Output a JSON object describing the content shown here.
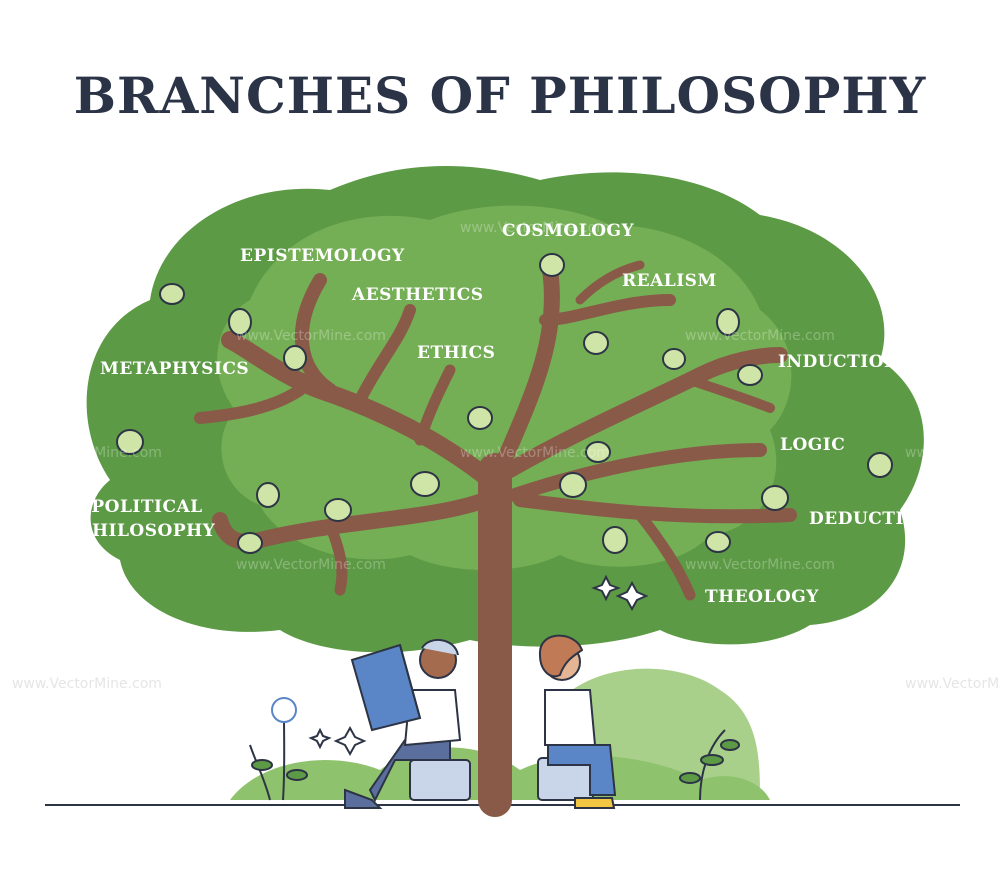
{
  "title": "BRANCHES OF PHILOSOPHY",
  "branches": {
    "epistemology": "EPISTEMOLOGY",
    "cosmology": "COSMOLOGY",
    "aesthetics": "AESTHETICS",
    "realism": "REALISM",
    "metaphysics": "METAPHYSICS",
    "ethics": "ETHICS",
    "induction": "INDUCTION",
    "logic": "LOGIC",
    "political_philosophy": "POLITICAL PHILOSOPHY",
    "deduction": "DEDUCTION",
    "theology": "THEOLOGY"
  },
  "watermark": "www.VectorMine.com",
  "colors": {
    "canopy_dark": "#5c9a45",
    "canopy_light": "#8fc26c",
    "trunk": "#8a5a48",
    "title": "#2b3347",
    "leaf": "#cfe5a8",
    "outline": "#2d3445"
  }
}
